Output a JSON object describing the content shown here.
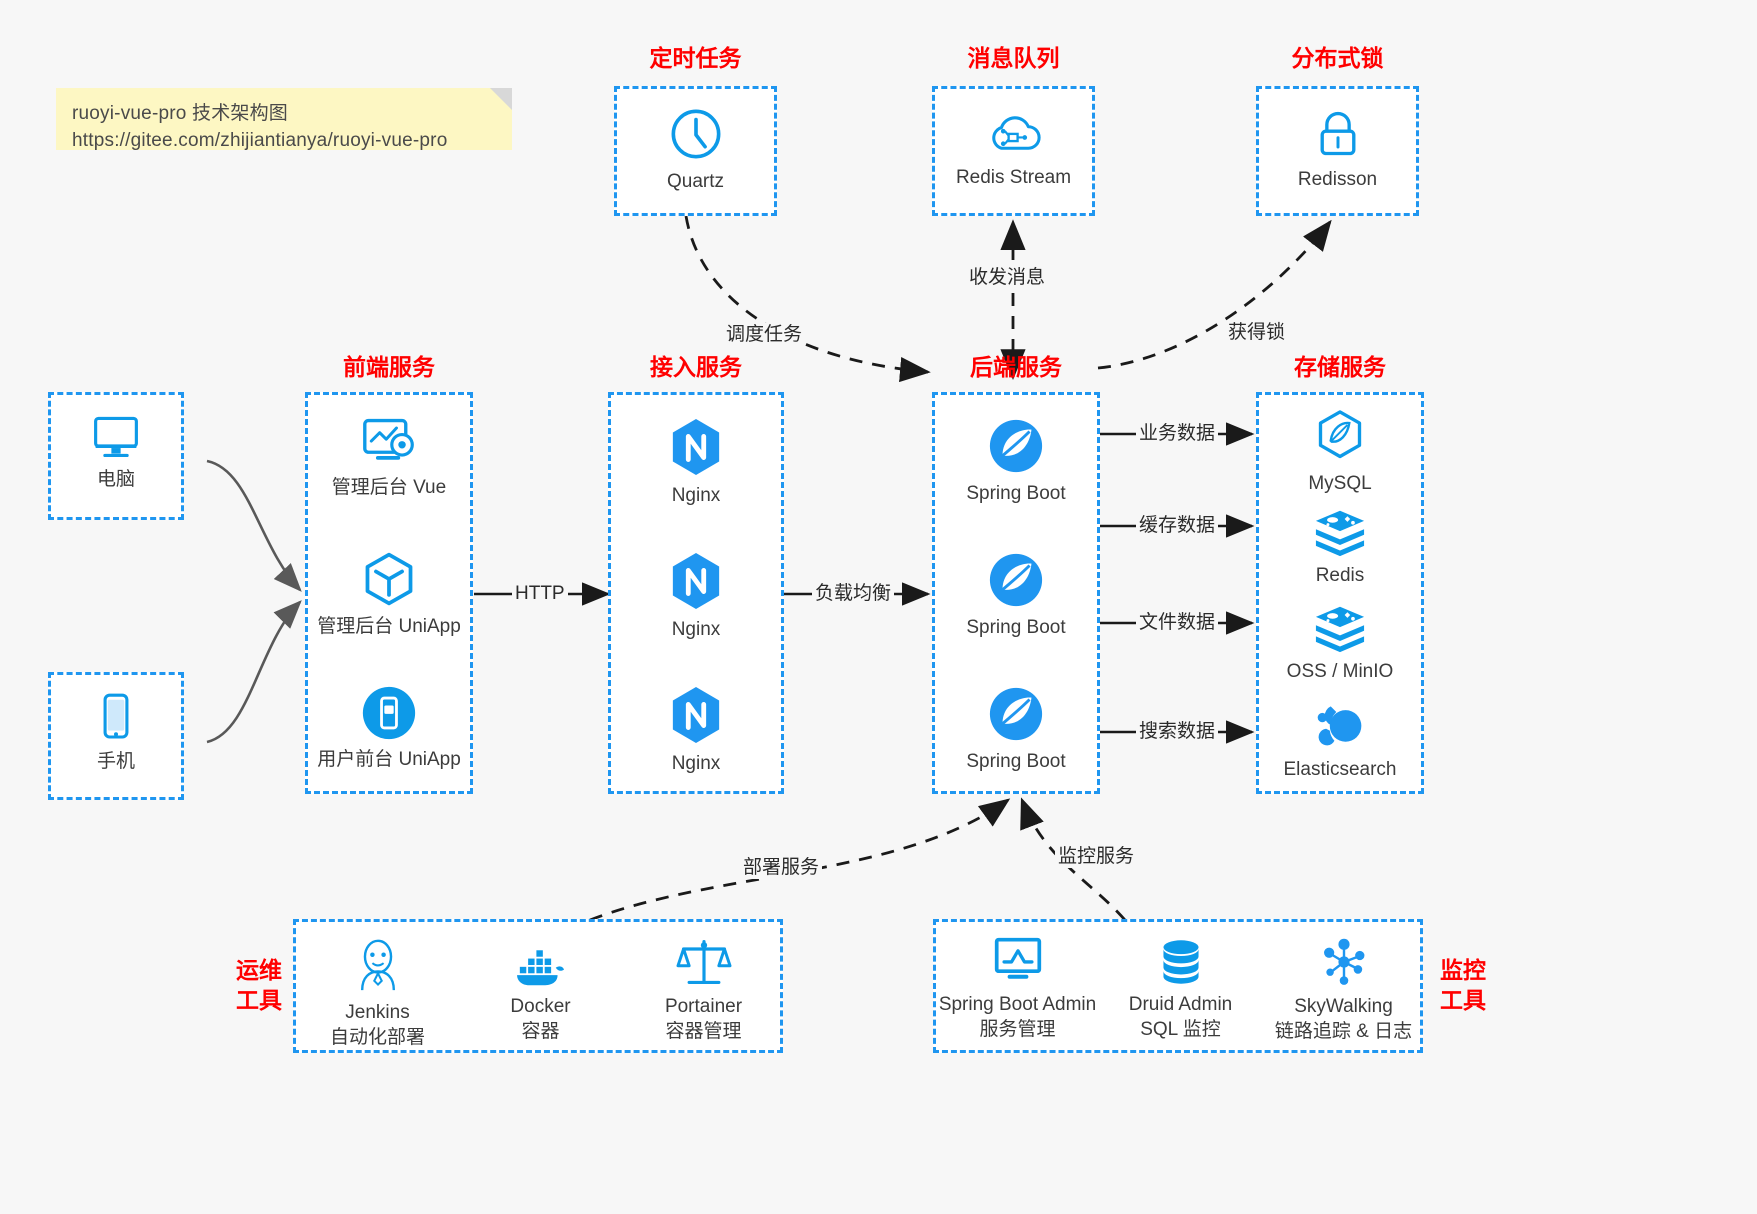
{
  "note": {
    "line1": "ruoyi-vue-pro 技术架构图",
    "line2": "https://gitee.com/zhijiantianya/ruoyi-vue-pro"
  },
  "groups": {
    "scheduler": {
      "title": "定时任务"
    },
    "mq": {
      "title": "消息队列"
    },
    "lock": {
      "title": "分布式锁"
    },
    "frontend": {
      "title": "前端服务"
    },
    "gateway": {
      "title": "接入服务"
    },
    "backend": {
      "title": "后端服务"
    },
    "storage": {
      "title": "存储服务"
    },
    "devops": {
      "title_line1": "运维",
      "title_line2": "工具"
    },
    "monitor": {
      "title_line1": "监控",
      "title_line2": "工具"
    }
  },
  "clients": [
    {
      "icon": "desktop-icon",
      "label": "电脑"
    },
    {
      "icon": "mobile-icon",
      "label": "手机"
    }
  ],
  "scheduler_nodes": [
    {
      "icon": "clock-icon",
      "label": "Quartz"
    }
  ],
  "mq_nodes": [
    {
      "icon": "cloud-stream-icon",
      "label": "Redis Stream"
    }
  ],
  "lock_nodes": [
    {
      "icon": "lock-icon",
      "label": "Redisson"
    }
  ],
  "frontend_nodes": [
    {
      "icon": "dashboard-gear-icon",
      "label": "管理后台 Vue"
    },
    {
      "icon": "cube-icon",
      "label": "管理后台 UniApp"
    },
    {
      "icon": "phone-app-icon",
      "label": "用户前台 UniApp"
    }
  ],
  "gateway_nodes": [
    {
      "icon": "nginx-icon",
      "label": "Nginx"
    },
    {
      "icon": "nginx-icon",
      "label": "Nginx"
    },
    {
      "icon": "nginx-icon",
      "label": "Nginx"
    }
  ],
  "backend_nodes": [
    {
      "icon": "spring-leaf-icon",
      "label": "Spring Boot"
    },
    {
      "icon": "spring-leaf-icon",
      "label": "Spring Boot"
    },
    {
      "icon": "spring-leaf-icon",
      "label": "Spring Boot"
    }
  ],
  "storage_nodes": [
    {
      "icon": "mysql-dolphin-icon",
      "label": "MySQL"
    },
    {
      "icon": "redis-stack-icon",
      "label": "Redis"
    },
    {
      "icon": "redis-stack-icon",
      "label": "OSS / MinIO"
    },
    {
      "icon": "elasticsearch-icon",
      "label": "Elasticsearch"
    }
  ],
  "devops_nodes": [
    {
      "icon": "jenkins-butler-icon",
      "label": "Jenkins",
      "sub": "自动化部署"
    },
    {
      "icon": "docker-whale-icon",
      "label": "Docker",
      "sub": "容器"
    },
    {
      "icon": "scales-icon",
      "label": "Portainer",
      "sub": "容器管理"
    }
  ],
  "monitor_nodes": [
    {
      "icon": "monitor-chart-icon",
      "label": "Spring Boot Admin",
      "sub": "服务管理"
    },
    {
      "icon": "database-stack-icon",
      "label": "Druid Admin",
      "sub": "SQL 监控"
    },
    {
      "icon": "skywalking-node-icon",
      "label": "SkyWalking",
      "sub": "链路追踪 & 日志"
    }
  ],
  "edge_labels": {
    "http": "HTTP",
    "load_balance": "负载均衡",
    "schedule_task": "调度任务",
    "send_receive_message": "收发消息",
    "acquire_lock": "获得锁",
    "business_data": "业务数据",
    "cache_data": "缓存数据",
    "file_data": "文件数据",
    "search_data": "搜索数据",
    "deploy_service": "部署服务",
    "monitor_service": "监控服务"
  },
  "colors": {
    "accent_blue": "#1f96f0",
    "icon_blue": "#0d9ae8",
    "title_red": "#ff0000",
    "note_yellow": "#fdf7c3",
    "background": "#f7f7f7",
    "arrow_gray": "#595959"
  }
}
